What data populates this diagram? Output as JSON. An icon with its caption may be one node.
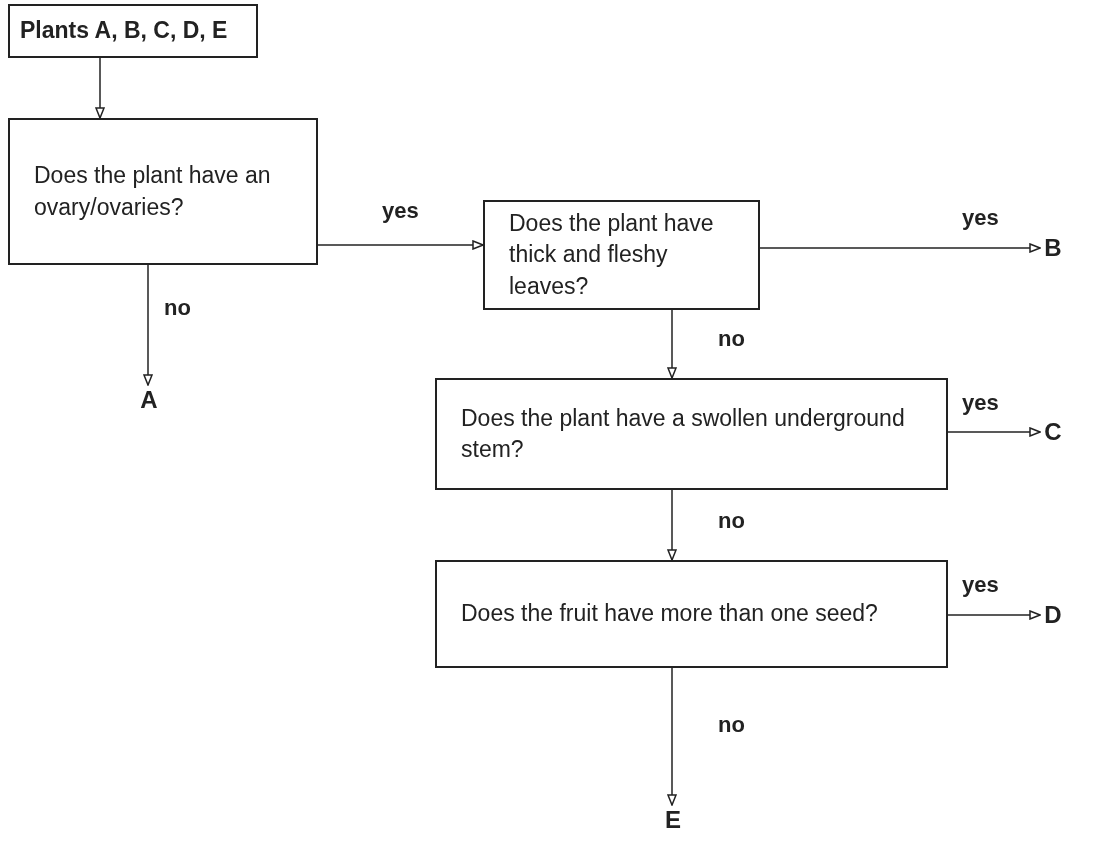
{
  "diagram": {
    "nodes": [
      {
        "text": [
          "Plants A, B, C, D, E"
        ]
      },
      {
        "text": [
          "Does the plant have an ovary/ovaries?"
        ]
      },
      {
        "text": [
          "Does the plant have thick and fleshy leaves?"
        ]
      },
      {
        "text": [
          "B"
        ]
      },
      {
        "text": [
          "A"
        ]
      },
      {
        "text": [
          "Does the plant have a swollen underground stem?"
        ]
      },
      {
        "text": [
          "C"
        ]
      },
      {
        "text": [
          "Does the fruit have more than one seed?"
        ]
      },
      {
        "text": [
          "D"
        ]
      },
      {
        "text": [
          "E"
        ]
      }
    ],
    "edges": [
      {
        "from": 0,
        "to": 1,
        "arrow": "to"
      },
      {
        "from": 1,
        "to": 2,
        "arrow": "to",
        "label": "yes"
      },
      {
        "from": 1,
        "to": 4,
        "arrow": "to",
        "label": "no"
      },
      {
        "from": 2,
        "to": 3,
        "arrow": "to",
        "label": "yes"
      },
      {
        "from": 2,
        "to": 5,
        "arrow": "to",
        "label": "no"
      },
      {
        "from": 5,
        "to": 6,
        "arrow": "to",
        "label": "yes"
      },
      {
        "from": 5,
        "to": 7,
        "arrow": "to",
        "label": "no"
      },
      {
        "from": 7,
        "to": 8,
        "arrow": "to",
        "label": "yes"
      },
      {
        "from": 7,
        "to": 9,
        "arrow": "to",
        "label": "no"
      }
    ]
  }
}
